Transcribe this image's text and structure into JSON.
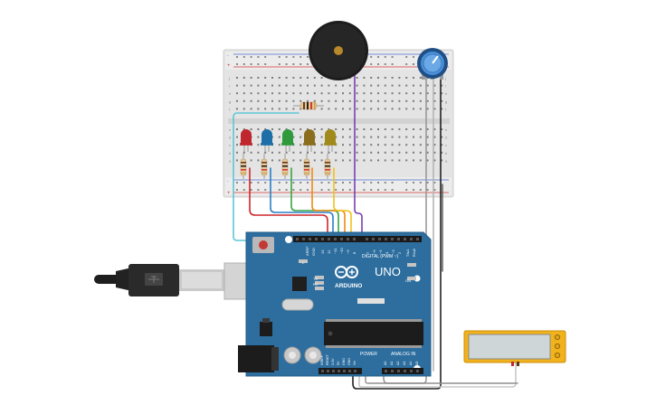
{
  "board": {
    "brand": "ARDUINO",
    "model": "UNO",
    "digital_label": "DIGITAL (PWM ~)",
    "power_label": "POWER",
    "analog_label": "ANALOG IN",
    "aref_label": "AREF",
    "gnd_label": "GND",
    "tx_label": "TX",
    "rx_label": "RX",
    "on_label": "ON",
    "l_label": "L",
    "pin_13": "13",
    "pin_12": "12",
    "pin_11": "~11",
    "pin_10": "~10",
    "pin_9": "~9",
    "pin_8": "8",
    "pin_7": "7",
    "pin_6": "~6",
    "pin_5": "~5",
    "pin_4": "4",
    "pin_3": "~3",
    "pin_2": "2",
    "pin_1": "TX▸1",
    "pin_0": "RX◂0",
    "pin_a0": "A0",
    "pin_a1": "A1",
    "pin_a2": "A2",
    "pin_a3": "A3",
    "pin_a4": "A4",
    "pin_a5": "A5",
    "pw_ioref": "IOREF",
    "pw_reset": "RESET",
    "pw_3v3": "3.3V",
    "pw_5v": "5V",
    "pw_gnd1": "GND",
    "pw_gnd2": "GND",
    "pw_vin": "Vin"
  },
  "breadboard": {
    "rail_plus": "+",
    "rail_minus": "-",
    "row_letters_top": [
      "j",
      "i",
      "h",
      "g",
      "f"
    ],
    "row_letters_bottom": [
      "e",
      "d",
      "c",
      "b",
      "a"
    ]
  },
  "components": {
    "leds": [
      {
        "color": "#c0262d"
      },
      {
        "color": "#1e6fa8"
      },
      {
        "color": "#2f9a3c"
      },
      {
        "color": "#8a6d1d"
      },
      {
        "color": "#a08a1c"
      }
    ],
    "buzzer_icon": "piezo-buzzer-icon",
    "pot_icon": "potentiometer-icon",
    "usb_icon": "usb-cable-icon",
    "lcd_icon": "lcd-display-icon"
  },
  "colors": {
    "board": "#2d6e9f",
    "breadboard": "#e6e6e6",
    "wire_red": "#d0262a",
    "wire_blue": "#2a7fc6",
    "wire_green": "#3aa544",
    "wire_orange": "#f08a12",
    "wire_yellow": "#f0c21a",
    "wire_purple": "#7a3fb0",
    "wire_cyan": "#5ec6d6",
    "wire_black": "#222222",
    "wire_gray": "#9a9a9a",
    "lcd_frame": "#f2b21c"
  }
}
